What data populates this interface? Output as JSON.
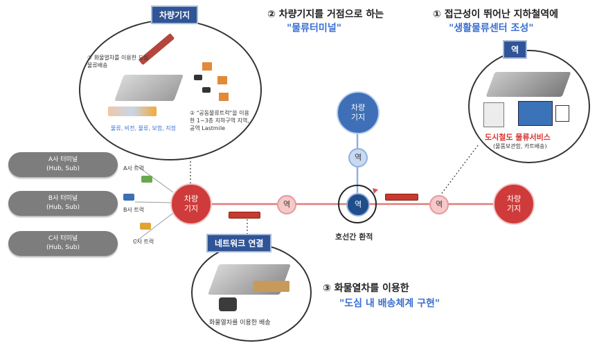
{
  "headings": {
    "h2_title": "② 차량기지를 거점으로 하는",
    "h2_quote": "\"물류터미널\"",
    "h1_title": "① 접근성이 뛰어난 지하철역에",
    "h1_quote": "\"생활물류센터 조성\"",
    "h3_title": "③ 화물열차를 이용한",
    "h3_quote": "\"도심 내 배송체계 구현\""
  },
  "labels": {
    "vehicle_base_box": "차량기지",
    "station_box": "역",
    "network_box": "네트워크 연결"
  },
  "depots": {
    "left": "차량 기지",
    "right": "차량 기지",
    "top": "차량 기지"
  },
  "stations": {
    "s1": "역",
    "s_hub": "역",
    "s_top": "역",
    "s2": "역"
  },
  "transfer_label": "호선간 환적",
  "terminals": [
    {
      "name": "A사 터미널",
      "sub": "(Hub, Sub)"
    },
    {
      "name": "B사 터미널",
      "sub": "(Hub, Sub)"
    },
    {
      "name": "C사 터미널",
      "sub": "(Hub, Sub)"
    }
  ],
  "trucks": {
    "a": "A사 트럭",
    "b": "B사 트럭",
    "c": "C사 트럭"
  },
  "bubble_left": {
    "note1": "① 화물열차를 이용한 도심 물류배송",
    "note2": "② \"공동물류트럭\"을 이용한 1~3층 지하구역 지역, 공역 Lastmile",
    "categories": "물류, 비전, 물류, 보험, 지정"
  },
  "bubble_right": {
    "service_title": "도시철도 물류서비스",
    "service_sub": "(물품보관함, 카트배송)"
  },
  "bubble_bottom": {
    "caption": "화물열차를 이용한 배송"
  },
  "colors": {
    "line": "#d9534f",
    "depot": "#cf3b3b",
    "station": "#f6c9c9",
    "hub": "#1f4e8c",
    "top_depot": "#3e6fb7",
    "quote": "#3a6fd1",
    "terminal": "#7d7d7d"
  }
}
